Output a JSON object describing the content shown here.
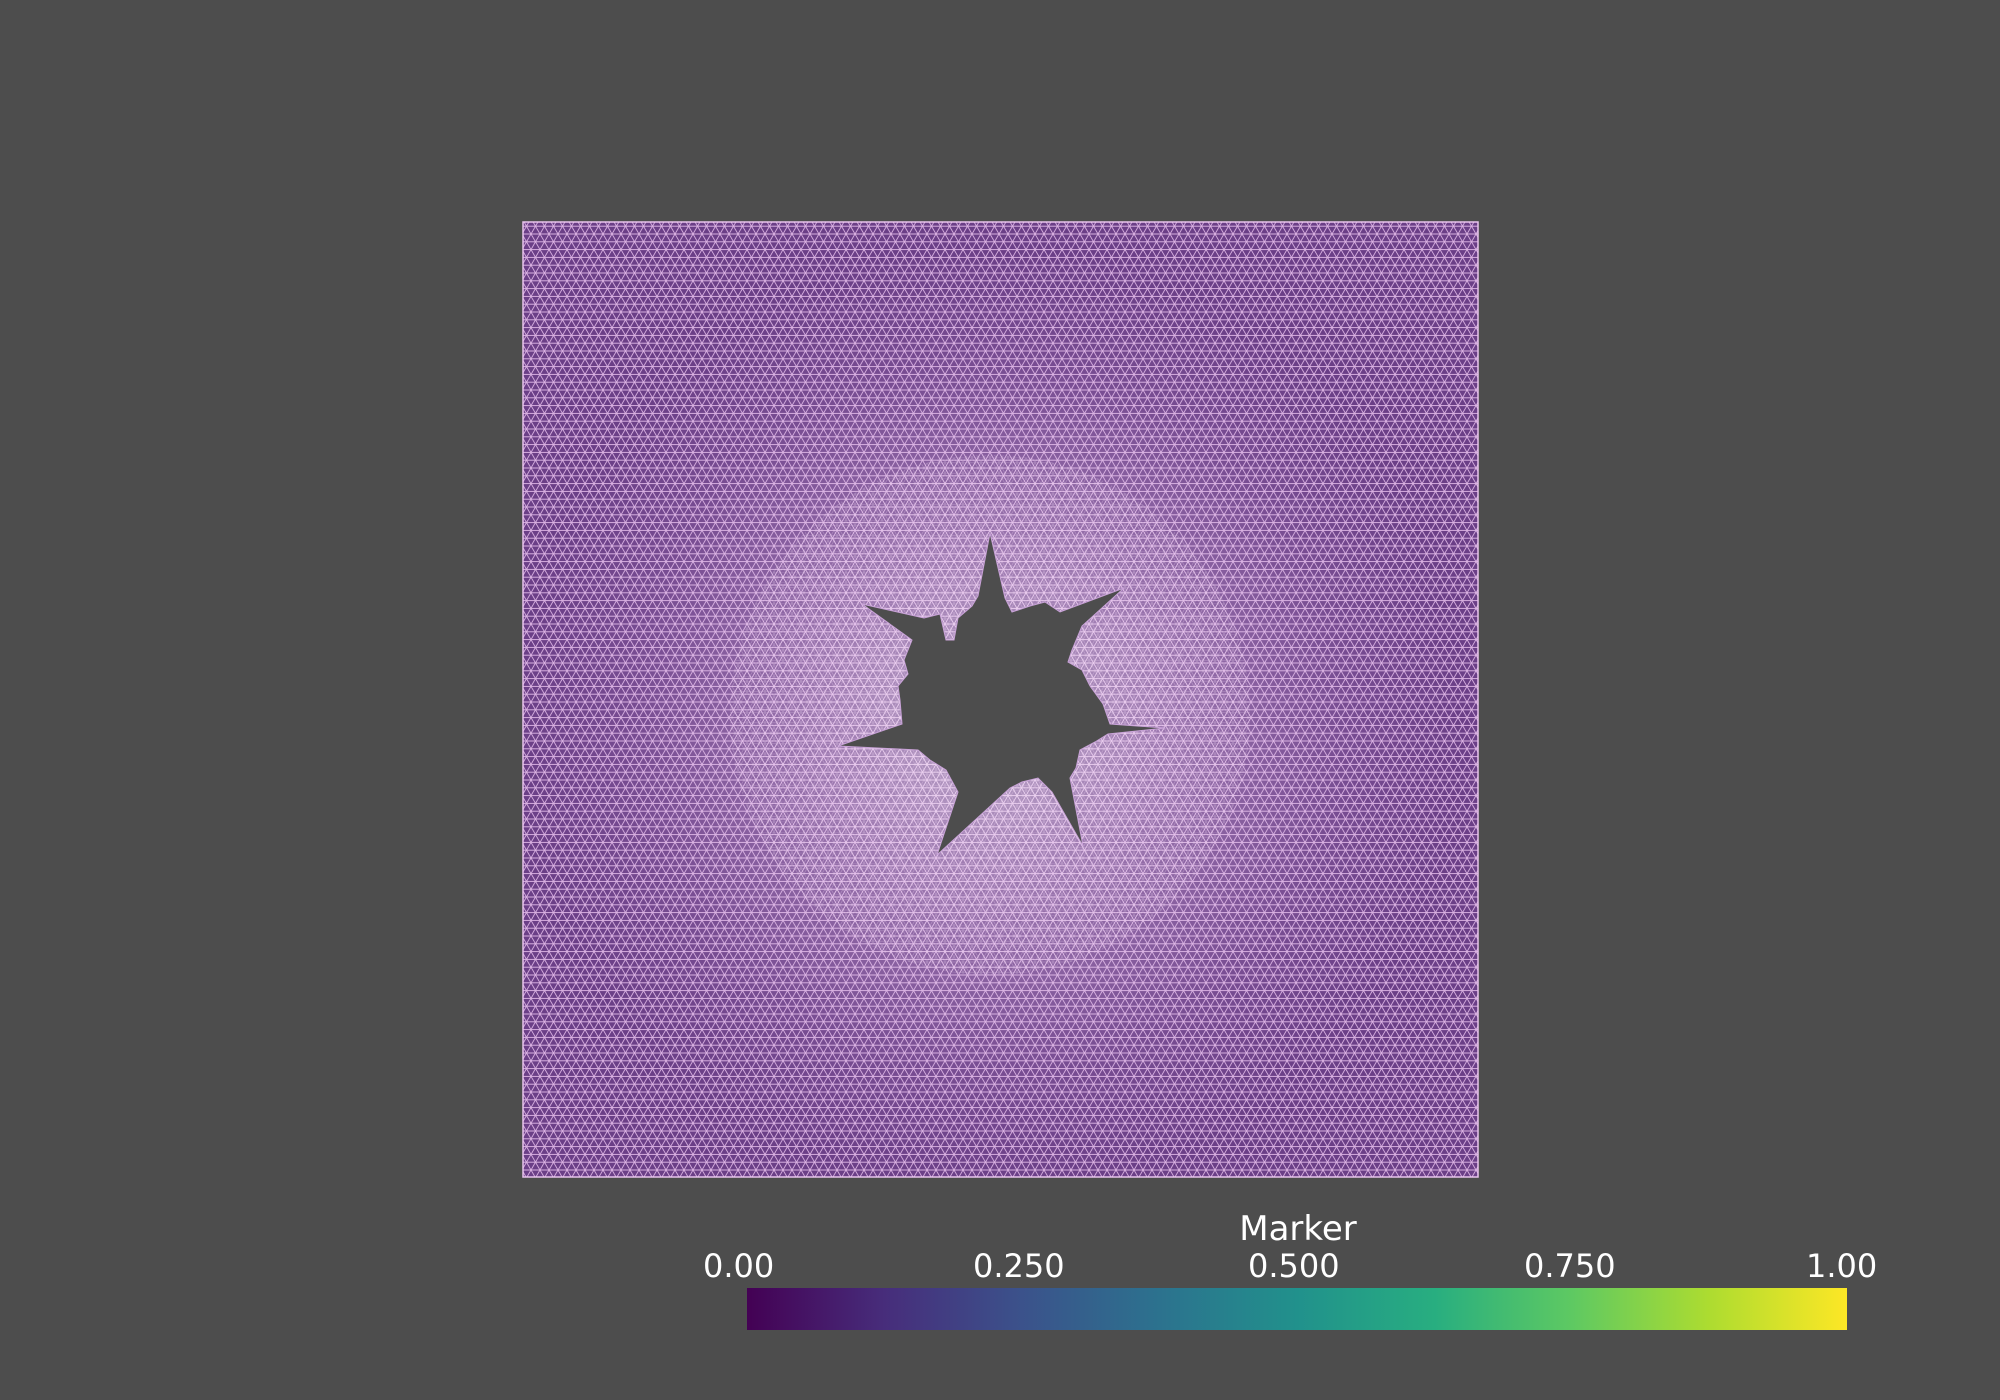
{
  "scene": {
    "background_color": "#4d4d4d",
    "mesh_fill_color": "#6b3f87",
    "mesh_edge_color": "#f3ccf5",
    "hole_color": "#4d4d4d"
  },
  "colorbar": {
    "title": "Marker",
    "colormap": "viridis",
    "range": [
      0,
      1
    ],
    "ticks": [
      {
        "value": 0.0,
        "label": "0.00"
      },
      {
        "value": 0.25,
        "label": "0.250"
      },
      {
        "value": 0.5,
        "label": "0.500"
      },
      {
        "value": 0.75,
        "label": "0.750"
      },
      {
        "value": 1.0,
        "label": "1.00"
      }
    ],
    "stops": [
      "#440154",
      "#472d7b",
      "#3b528b",
      "#2c728e",
      "#21918c",
      "#28ae80",
      "#5ec962",
      "#addc30",
      "#fde725"
    ]
  }
}
